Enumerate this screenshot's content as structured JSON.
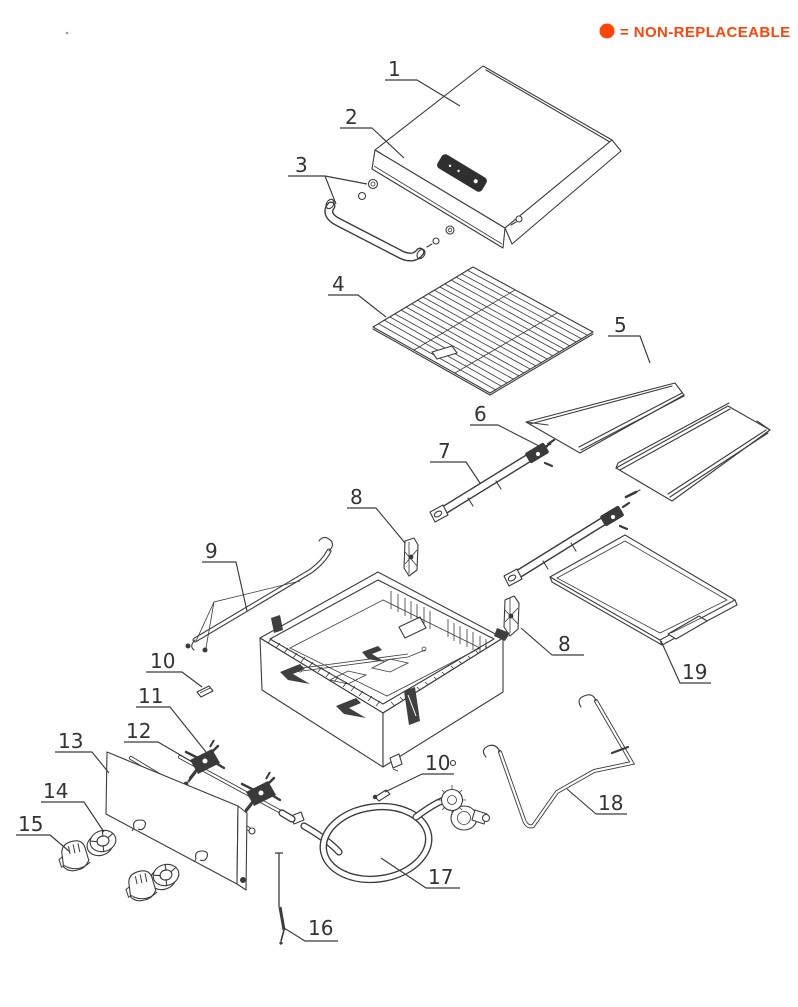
{
  "legend": {
    "dot_color": "#FF4408",
    "text": "= NON-REPLACEABLE"
  },
  "figure": {
    "line_color": "#3b3b3b",
    "callouts": [
      "1",
      "2",
      "3",
      "4",
      "5",
      "6",
      "7",
      "8",
      "8",
      "9",
      "10",
      "10",
      "11",
      "12",
      "13",
      "14",
      "15",
      "16",
      "17",
      "18",
      "19"
    ]
  }
}
